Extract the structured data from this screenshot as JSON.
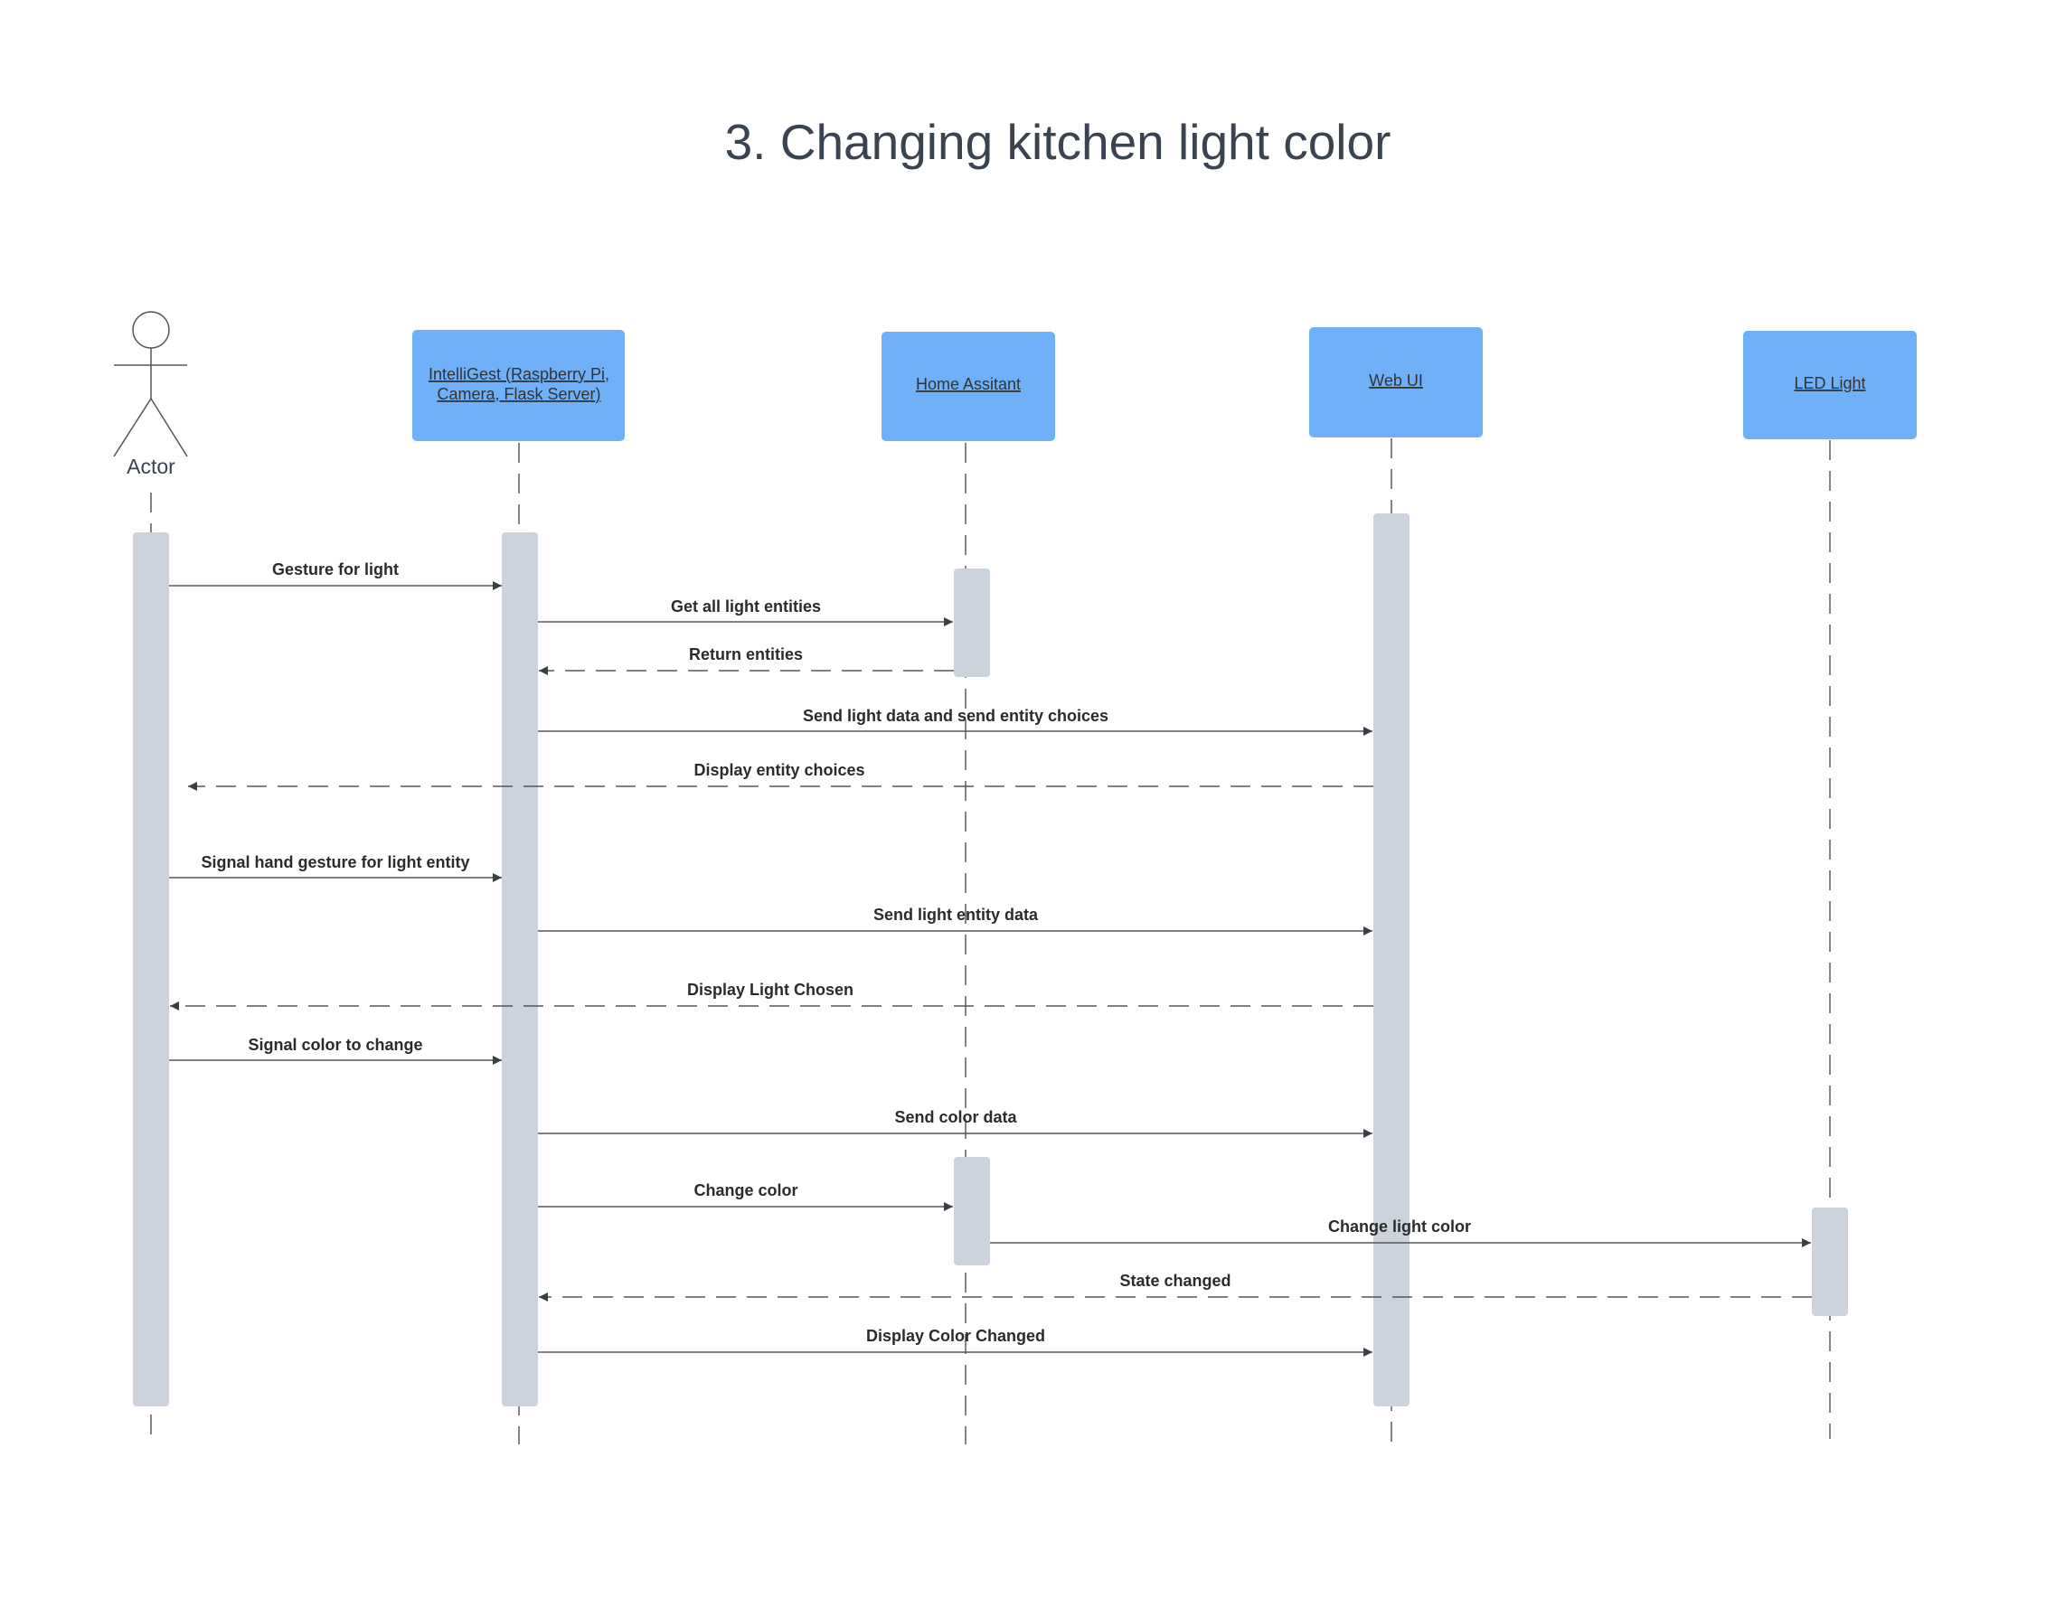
{
  "title": "3. Changing kitchen light color",
  "colors": {
    "participant_fill": "#6fb0f8",
    "activation_fill": "#cdd3dc",
    "line": "#555555",
    "text": "#2b2b2b"
  },
  "actor": {
    "label": "Actor"
  },
  "participants": [
    {
      "id": "intelligest",
      "label_lines": [
        "IntelliGest  (Raspberry Pi,",
        "Camera, Flask Server)"
      ]
    },
    {
      "id": "home_assistant",
      "label_lines": [
        "Home Assitant"
      ]
    },
    {
      "id": "web_ui",
      "label_lines": [
        "Web UI"
      ]
    },
    {
      "id": "led_light",
      "label_lines": [
        "LED Light"
      ]
    }
  ],
  "messages": [
    {
      "label": "Gesture for light",
      "from": "actor",
      "to": "intelligest",
      "style": "solid"
    },
    {
      "label": "Get all light entities",
      "from": "intelligest",
      "to": "home_assistant",
      "style": "solid"
    },
    {
      "label": "Return entities",
      "from": "home_assistant",
      "to": "intelligest",
      "style": "dashed"
    },
    {
      "label": "Send light data and send entity choices",
      "from": "intelligest",
      "to": "web_ui",
      "style": "solid"
    },
    {
      "label": "Display entity choices",
      "from": "web_ui",
      "to": "actor",
      "style": "dashed"
    },
    {
      "label": "Signal hand gesture for light entity",
      "from": "actor",
      "to": "intelligest",
      "style": "solid"
    },
    {
      "label": "Send light entity data",
      "from": "intelligest",
      "to": "web_ui",
      "style": "solid"
    },
    {
      "label": "Display Light Chosen",
      "from": "web_ui",
      "to": "actor",
      "style": "dashed"
    },
    {
      "label": "Signal color to change",
      "from": "actor",
      "to": "intelligest",
      "style": "solid"
    },
    {
      "label": "Send color data",
      "from": "intelligest",
      "to": "web_ui",
      "style": "solid"
    },
    {
      "label": "Change color",
      "from": "intelligest",
      "to": "home_assistant",
      "style": "solid"
    },
    {
      "label": "Change light color",
      "from": "home_assistant",
      "to": "led_light",
      "style": "solid"
    },
    {
      "label": "State changed",
      "from": "led_light",
      "to": "intelligest",
      "style": "dashed"
    },
    {
      "label": "Display Color Changed",
      "from": "intelligest",
      "to": "web_ui",
      "style": "solid"
    }
  ]
}
